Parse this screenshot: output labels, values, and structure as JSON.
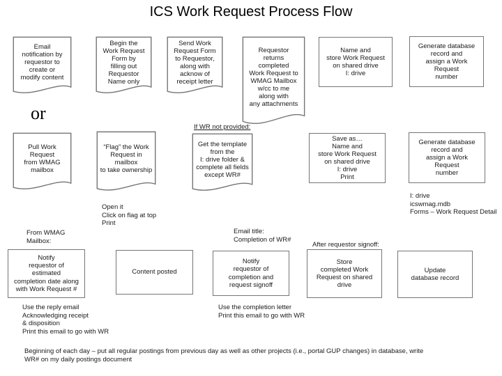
{
  "title": "ICS Work Request Process Flow",
  "or_label": "or",
  "row1": {
    "email_notification": "Email\nnotification by\nrequestor to\ncreate or\nmodify content",
    "begin_form": "Begin the\nWork Request\nForm by\nfilling out\nRequestor\nName only",
    "send_form": "Send Work\nRequest Form\nto Requestor,\nalong with\nacknow of\nreceipt letter",
    "requestor_returns": "Requestor\nreturns\ncompleted\nWork Request to\nWMAG Mailbox\nw/cc to me\nalong with\nany attachments",
    "name_store": "Name and\nstore Work Request\non shared drive\nI: drive",
    "generate_record": "Generate database\nrecord and\nassign a Work\nRequest\nnumber"
  },
  "row2": {
    "pull_request": "Pull Work\nRequest\nfrom WMAG\nmailbox",
    "flag_request": "“Flag” the Work\nRequest in\nmailbox\nto take ownership",
    "if_wr_label": "If WR not provided:",
    "get_template": "Get the template\nfrom the\nI: drive folder &\ncomplete all fields\nexcept WR#",
    "save_as": "Save as…\nName and\nstore Work Request\non shared drive\nI: drive\nPrint",
    "generate_record": "Generate database\nrecord and\nassign a Work\nRequest\nnumber",
    "flag_note": "Open it\nClick on flag at top\nPrint",
    "db_note": "I: drive\nicswmag.mdb\nForms – Work Request Detail"
  },
  "row3": {
    "from_mailbox_label": "From WMAG\nMailbox:",
    "email_title_label": "Email title:\nCompletion of WR#",
    "after_signoff_label": "After requestor signoff:",
    "notify_estimate": "Notify\nrequestor of\nestimated\ncompletion date along\nwith Work Request #",
    "content_posted": "Content posted",
    "notify_completion": "Notify\nrequestor of\ncompletion and\nrequest signoff",
    "store_completed": "Store\ncompleted Work\nRequest on shared\ndrive",
    "update_record": "Update\ndatabase record",
    "reply_note": "Use the reply email\nAcknowledging receipt\n& disposition\nPrint this email to go with WR",
    "completion_note": "Use the completion letter\nPrint this email to go with WR"
  },
  "footer": "Beginning of each day – put all regular postings from previous day as well as other projects (i.e., portal GUP changes) in database, write\nWR# on my daily postings document",
  "colors": {
    "border": "#757575",
    "text": "#1a1a1a",
    "background": "#ffffff"
  }
}
